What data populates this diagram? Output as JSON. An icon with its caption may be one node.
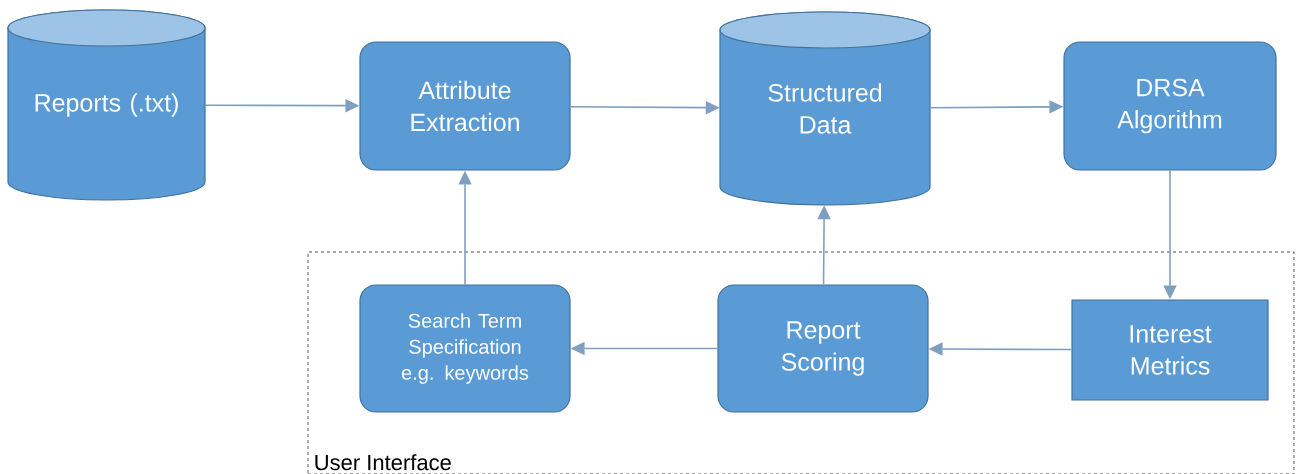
{
  "diagram": {
    "nodes": [
      {
        "text": [
          "Reports (.txt)"
        ]
      },
      {
        "text": [
          "Attribute Extraction"
        ]
      },
      {
        "text": [
          "Structured Data"
        ]
      },
      {
        "text": [
          "DRSA Algorithm"
        ]
      },
      {
        "text": [
          "User Interface"
        ]
      },
      {
        "text": [
          "Search Term Specification e.g. keywords"
        ],
        "in": 4
      },
      {
        "text": [
          "Report Scoring"
        ],
        "in": 4
      },
      {
        "text": [
          "Interest Metrics"
        ],
        "in": 4
      }
    ],
    "edges": [
      {
        "from": 0,
        "to": 1,
        "arrow": "to"
      },
      {
        "from": 1,
        "to": 2,
        "arrow": "to"
      },
      {
        "from": 2,
        "to": 3,
        "arrow": "to"
      },
      {
        "from": 3,
        "to": 7,
        "arrow": "to"
      },
      {
        "from": 7,
        "to": 6,
        "arrow": "to"
      },
      {
        "from": 6,
        "to": 5,
        "arrow": "to"
      },
      {
        "from": 5,
        "to": 1,
        "arrow": "to"
      },
      {
        "from": 6,
        "to": 2,
        "arrow": "to"
      }
    ]
  }
}
